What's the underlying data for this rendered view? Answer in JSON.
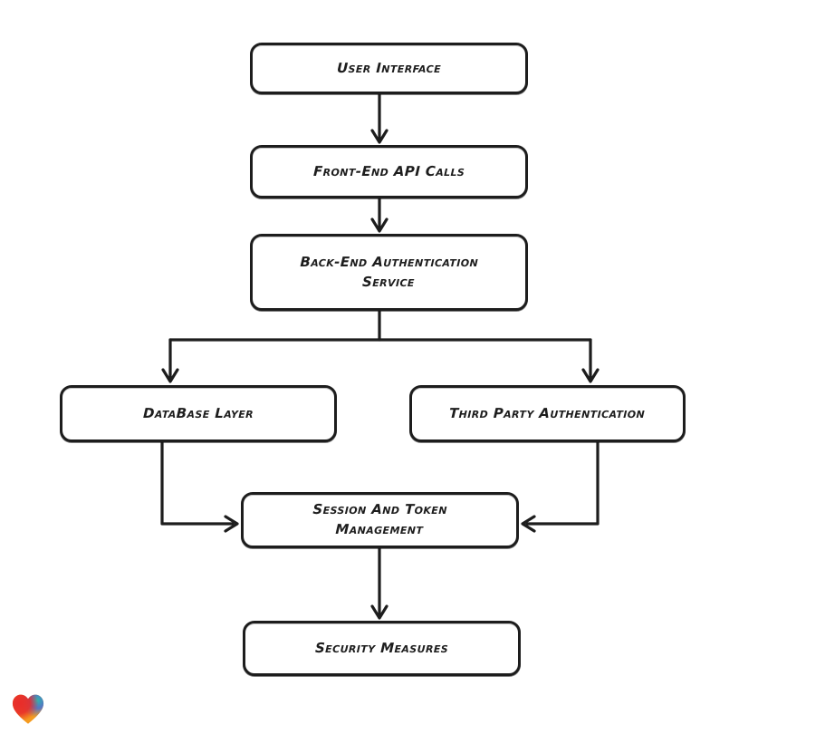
{
  "colors": {
    "background": "#ffffff",
    "node_fill": "#ffffff",
    "stroke": "#1d1d1d",
    "text": "#1d1d1d",
    "heart_red": "#e82c2a",
    "heart_orange": "#f59b1f",
    "heart_blue": "#3b6fe0",
    "heart_teal": "#2db6ae"
  },
  "icons": {
    "heart_badge": "gradient-heart-icon"
  },
  "diagram": {
    "nodes": [
      {
        "id": "user-interface",
        "label": "User Interface"
      },
      {
        "id": "front-end-api-calls",
        "label": "Front-End API Calls"
      },
      {
        "id": "back-end-authentication-service",
        "label": "Back-End Authentication\nService"
      },
      {
        "id": "database-layer",
        "label": "DataBase Layer"
      },
      {
        "id": "third-party-authentication",
        "label": "Third Party Authentication"
      },
      {
        "id": "session-and-token-management",
        "label": "Session And Token\nManagement"
      },
      {
        "id": "security-measures",
        "label": "Security Measures"
      }
    ],
    "edges": [
      {
        "from": "user-interface",
        "to": "front-end-api-calls"
      },
      {
        "from": "front-end-api-calls",
        "to": "back-end-authentication-service"
      },
      {
        "from": "back-end-authentication-service",
        "to": "database-layer"
      },
      {
        "from": "back-end-authentication-service",
        "to": "third-party-authentication"
      },
      {
        "from": "database-layer",
        "to": "session-and-token-management"
      },
      {
        "from": "third-party-authentication",
        "to": "session-and-token-management"
      },
      {
        "from": "session-and-token-management",
        "to": "security-measures"
      }
    ]
  }
}
